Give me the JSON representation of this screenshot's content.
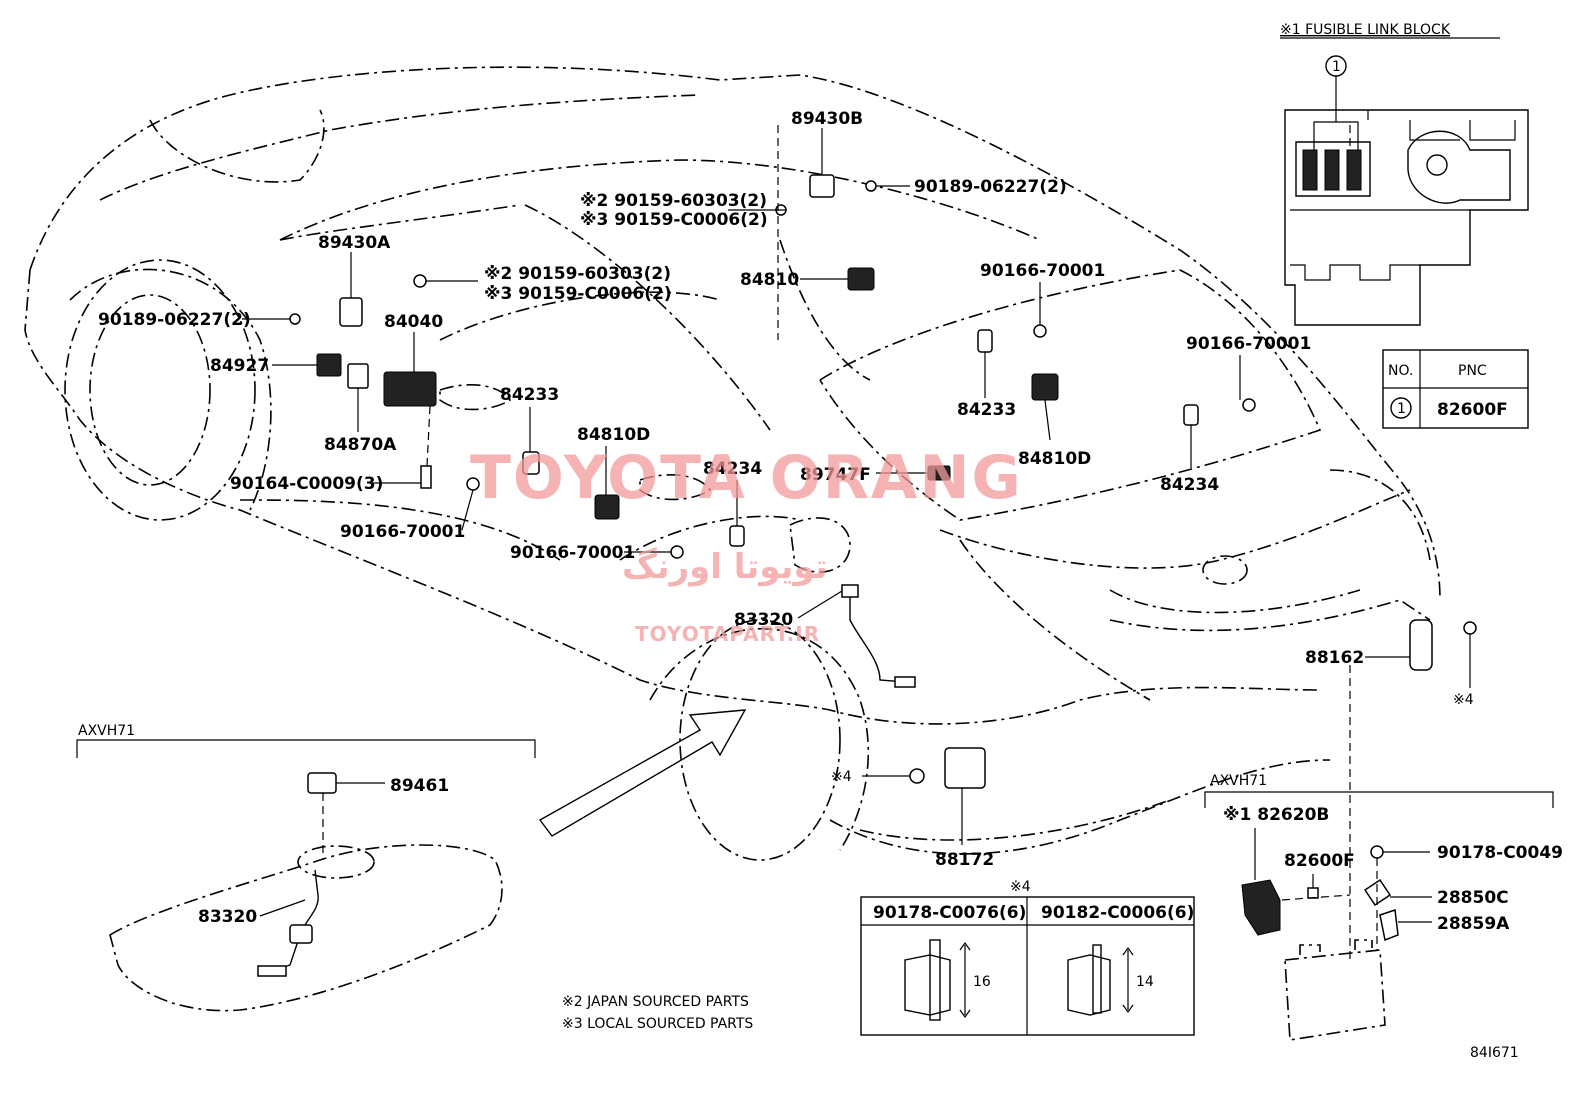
{
  "watermark": {
    "main": "TOYOTA ORANG",
    "arabic": "تویوتا اورنگ",
    "site": "TOYOTAPART.IR",
    "color": "#f29a9a"
  },
  "fusible_block": {
    "title": "※1 FUSIBLE LINK BLOCK",
    "circle_no": "1",
    "table": {
      "headers": [
        "NO.",
        "PNC"
      ],
      "rows": [
        {
          "no": "1",
          "pnc": "82600F"
        }
      ]
    }
  },
  "labels": {
    "l_89430B": "89430B",
    "l_90159_top_a": "※2 90159-60303(2)",
    "l_90159_top_b": "※3 90159-C0006(2)",
    "l_90189_top": "90189-06227(2)",
    "l_84810": "84810",
    "l_89430A": "89430A",
    "l_90159_mid_a": "※2 90159-60303(2)",
    "l_90159_mid_b": "※3 90159-C0006(2)",
    "l_90189_left": "90189-06227(2)",
    "l_84040": "84040",
    "l_84927": "84927",
    "l_84870A": "84870A",
    "l_84233_a": "84233",
    "l_84810D_a": "84810D",
    "l_84234_a": "84234",
    "l_89747F": "89747F",
    "l_90164": "90164-C0009(3)",
    "l_90166_a": "90166-70001",
    "l_90166_b": "90166-70001",
    "l_90166_c": "90166-70001",
    "l_90166_d": "90166-70001",
    "l_84233_b": "84233",
    "l_84810D_b": "84810D",
    "l_84234_b": "84234",
    "l_83320_a": "83320",
    "l_88162": "88162",
    "l_note4_right": "※4",
    "l_note4_mid": "※4",
    "l_88172": "88172"
  },
  "inset_left": {
    "title": "AXVH71",
    "l_89461": "89461",
    "l_83320": "83320"
  },
  "inset_right": {
    "title": "AXVH71",
    "l_82620B": "※1 82620B",
    "l_82600F": "82600F",
    "l_90178": "90178-C0049",
    "l_28850C": "28850C",
    "l_28859A": "28859A"
  },
  "fastener_table": {
    "note": "※4",
    "col1": "90178-C0076(6)",
    "col2": "90182-C0006(6)",
    "dim1": "16",
    "dim2": "14"
  },
  "notes": {
    "n2": "※2 JAPAN SOURCED PARTS",
    "n3": "※3 LOCAL SOURCED PARTS"
  },
  "figure_id": "84I671"
}
